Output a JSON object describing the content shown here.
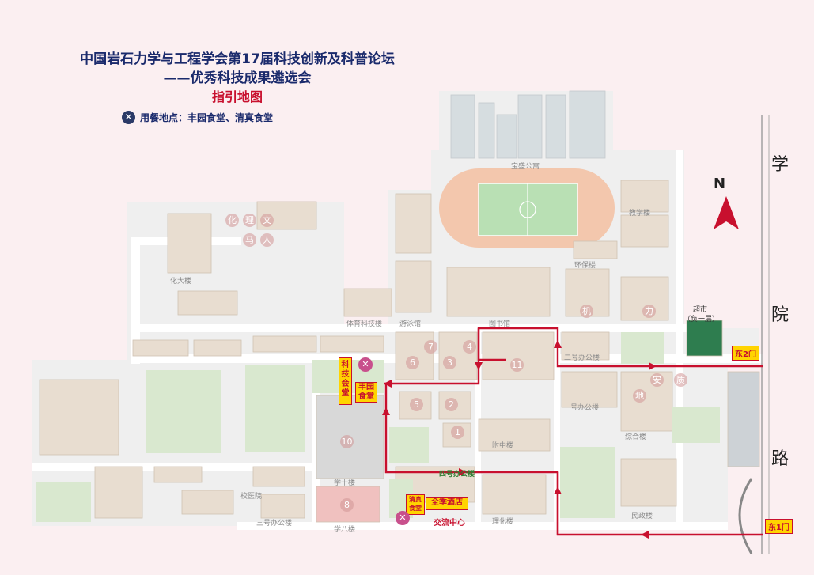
{
  "title": {
    "line1": "中国岩石力学与工程学会第17届科技创新及科普论坛",
    "line2": "——优秀科技成果遴选会",
    "line3": "指引地图"
  },
  "meal": {
    "text": "用餐地点：丰园食堂、清真食堂",
    "icon": "fork-knife-icon"
  },
  "road": [
    "学",
    "院",
    "路"
  ],
  "north": "N",
  "gates": {
    "east2": "东2门",
    "east1": "东1门"
  },
  "highlights": {
    "conference_hall": "科技会堂",
    "fengyuan": "丰园食堂",
    "qingzhen": "清真食堂",
    "hotel": "全季酒店",
    "exchange": "交流中心"
  },
  "buildings": {
    "baosheng": "宝盛公寓",
    "teaching": "教学楼",
    "huanbao": "环保楼",
    "library": "图书馆",
    "gym": "体育科技楼",
    "natatorium": "游泳馆",
    "huada": "化大楼",
    "office2": "二号办公楼",
    "office1": "一号办公楼",
    "zonghe": "综合楼",
    "lihua": "理化楼",
    "office4": "四号办公楼",
    "office3": "三号办公楼",
    "min": "民政楼",
    "xueshi": "学十楼",
    "xueba": "学八楼",
    "supermarket": "超市",
    "supermarket_floor": "（负一层）",
    "fuzhong": "附中楼",
    "xiaoyi": "校医院"
  },
  "numbers": [
    "7",
    "6",
    "4",
    "3",
    "2",
    "1",
    "5",
    "11",
    "10",
    "8"
  ],
  "vertical_words": {
    "hualiwen": [
      "化",
      "理",
      "文",
      "马",
      "人"
    ],
    "jili": [
      "机",
      "力"
    ],
    "andi": [
      "安",
      "地",
      "质"
    ]
  },
  "colors": {
    "route": "#c8102e",
    "title": "#1a2a6c",
    "gate_bg": "#ffd400",
    "green": "#2e7d32"
  }
}
